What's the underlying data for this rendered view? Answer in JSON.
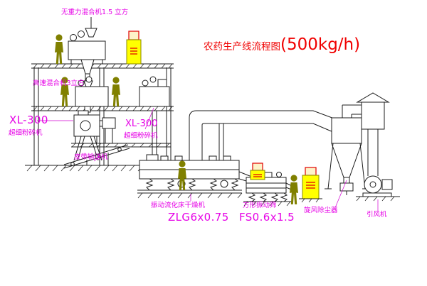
{
  "title": {
    "prefix": "农药生产线流程图",
    "capacity": "(500kg/h)"
  },
  "labels": {
    "gravity_mixer": "无重力混合机1.5 立方",
    "high_speed_mixer": "高速混合机3立方",
    "pulverizer_left": {
      "model": "XL-300",
      "name": "超细粉碎机"
    },
    "pulverizer_mid": {
      "model": "XL-300",
      "name": "超细粉碎机"
    },
    "belt_conveyor": "皮带输送机",
    "dryer": {
      "name": "振动流化床干燥机",
      "model": "ZLG6x0.75"
    },
    "screen": {
      "name": "方形振动筛",
      "model": "FS0.6x1.5"
    },
    "cyclone": "旋风除尘器",
    "fan": "引风机"
  },
  "colors": {
    "label_magenta": "#e600e6",
    "title_red": "#f00000",
    "line": "#1c1c1c",
    "figure_olive": "#808000",
    "panel_yellow": "#ffff00",
    "panel_red": "#e00000",
    "background": "#ffffff"
  }
}
